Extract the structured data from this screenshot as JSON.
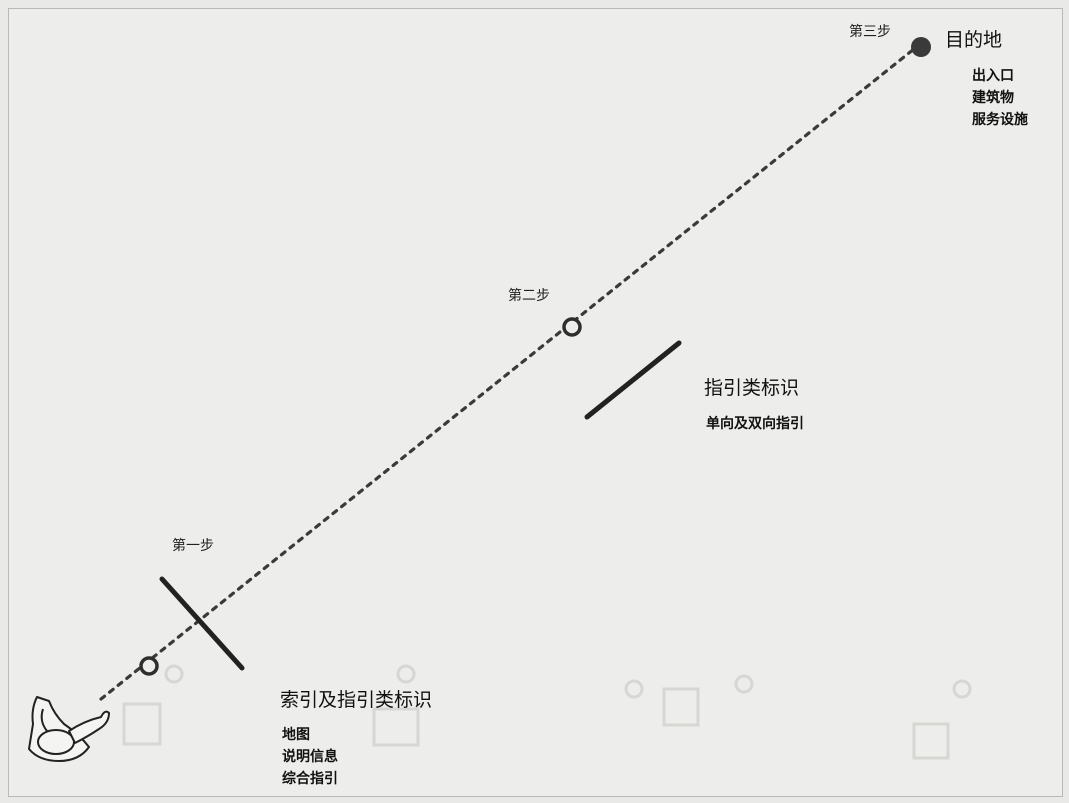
{
  "steps": {
    "step1": "第一步",
    "step2": "第二步",
    "step3": "第三步"
  },
  "destination": {
    "title": "目的地",
    "items": [
      "出入口",
      "建筑物",
      "服务设施"
    ]
  },
  "guide_signs": {
    "title": "指引类标识",
    "items": [
      "单向及双向指引"
    ]
  },
  "index_signs": {
    "title": "索引及指引类标识",
    "items": [
      "地图",
      "说明信息",
      "综合指引"
    ]
  },
  "colors": {
    "line": "#3a3a3a",
    "background": "#ededeb",
    "ghost": "#d8d8d5"
  },
  "icons": [
    "person-icon",
    "signpost-icon",
    "cart-icon"
  ]
}
